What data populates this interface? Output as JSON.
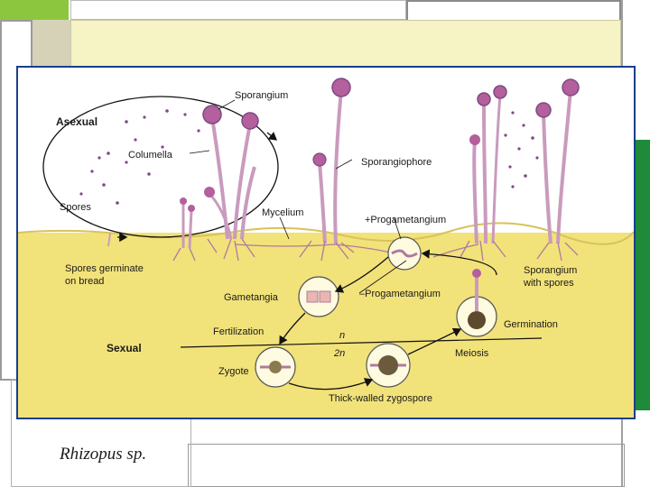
{
  "caption": "Rhizopus sp.",
  "colors": {
    "bread": "#f2e27a",
    "hypha": "#c99bbd",
    "spore": "#7d4a86",
    "zygospore": "#6b5a3b",
    "frame_blue": "#1a3e8c",
    "accent_green": "#1f8a3a",
    "accent_yellow": "#f6f3c4",
    "accent_lime": "#8cc63f"
  },
  "labels": {
    "asexual": "Asexual",
    "sexual": "Sexual",
    "sporangium": "Sporangium",
    "columella": "Columella",
    "spores": "Spores",
    "mycelium": "Mycelium",
    "sporangiophore": "Sporangiophore",
    "plus_progametangium": "+Progametangium",
    "minus_progametangium": "–Progametangium",
    "spores_germinate_1": "Spores germinate",
    "spores_germinate_2": "on bread",
    "gametangia": "Gametangia",
    "fertilization": "Fertilization",
    "zygote": "Zygote",
    "thick_walled_zygospore": "Thick-walled zygospore",
    "meiosis": "Meiosis",
    "germination": "Germination",
    "sporangium_with_spores_1": "Sporangium",
    "sporangium_with_spores_2": "with spores",
    "haploid": "n",
    "diploid": "2n"
  }
}
